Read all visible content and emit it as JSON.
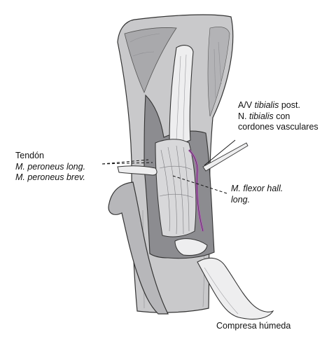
{
  "labels": {
    "vessels": {
      "line1_prefix": "A/V ",
      "line1_italic": "tibialis",
      "line1_suffix": " post.",
      "line2_prefix": "N. ",
      "line2_italic": "tibialis",
      "line2_suffix": " con",
      "line3": "cordones vasculares"
    },
    "tendon": {
      "line1": "Tendón",
      "line2": "M. peroneus long.",
      "line3": "M. peroneus brev."
    },
    "flexor": {
      "line1": "M. flexor hall.",
      "line2": "long."
    },
    "compress": "Compresa húmeda"
  },
  "colors": {
    "drape": "#c9c9cb",
    "drape_shadow": "#9d9da0",
    "leg_skin": "#b7b7ba",
    "wound": "#8c8c90",
    "tendon": "#eeeeef",
    "muscle": "#d8d8da",
    "vessel_loop": "#b05ab8",
    "outline": "#333333"
  }
}
